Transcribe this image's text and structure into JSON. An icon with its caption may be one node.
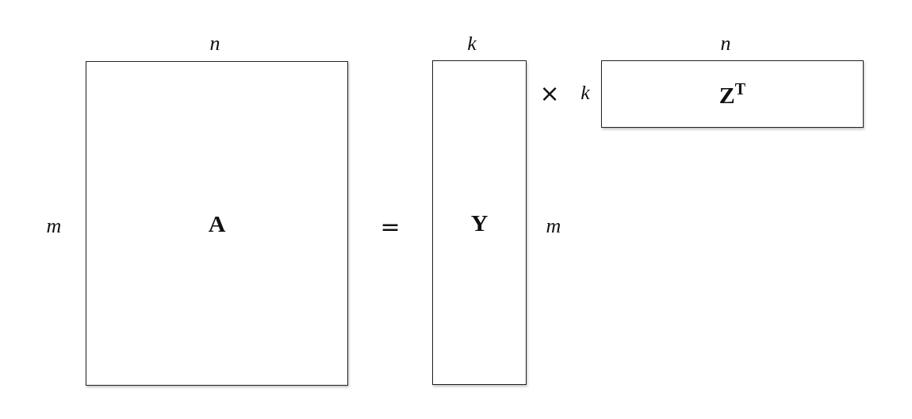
{
  "diagram": {
    "nodes": [
      {
        "text": [
          "A"
        ],
        "beside": [
          "n",
          "m"
        ]
      },
      {
        "text": [
          "Y"
        ],
        "beside": [
          "k",
          "m"
        ]
      },
      {
        "text": [
          "Z$^{T}$"
        ],
        "beside": [
          "n",
          "k"
        ]
      }
    ],
    "labels": [
      "=",
      "×"
    ]
  }
}
